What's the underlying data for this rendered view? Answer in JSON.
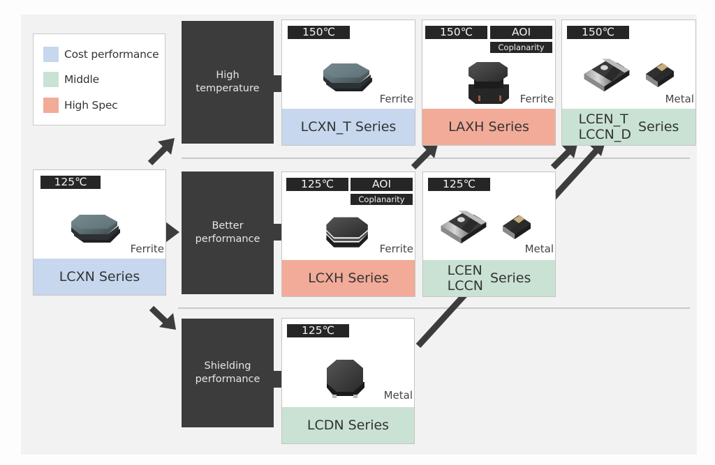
{
  "legend": {
    "items": [
      {
        "label": "Cost performance",
        "color": "#c6d7ee"
      },
      {
        "label": "Middle",
        "color": "#c9e2d4"
      },
      {
        "label": "High Spec",
        "color": "#f2ab98"
      }
    ]
  },
  "categories": {
    "high_temperature": "High temperature",
    "better_performance": "Better performance",
    "shielding_performance": "Shielding performance"
  },
  "products": {
    "lcxn": {
      "temp": "125℃",
      "material": "Ferrite",
      "series": "LCXN Series",
      "tier": "Cost performance",
      "icon": "ferrite-inductor-icon"
    },
    "lcxn_t": {
      "temp": "150℃",
      "material": "Ferrite",
      "series": "LCXN_T Series",
      "tier": "Cost performance",
      "icon": "ferrite-inductor-icon"
    },
    "laxh": {
      "temp": "150℃",
      "aoi": "AOI",
      "coplanarity": "Coplanarity",
      "material": "Ferrite",
      "series": "LAXH Series",
      "tier": "High Spec",
      "icon": "ferrite-drum-inductor-icon"
    },
    "lcen_t": {
      "temp": "150℃",
      "material": "Metal",
      "names": [
        "LCEN_T",
        "LCCN_D"
      ],
      "series": "Series",
      "tier": "Middle",
      "icon": "metal-chip-inductor-icon"
    },
    "lcxh": {
      "temp": "125℃",
      "aoi": "AOI",
      "coplanarity": "Coplanarity",
      "material": "Ferrite",
      "series": "LCXH Series",
      "tier": "High Spec",
      "icon": "ferrite-inductor-icon"
    },
    "lcen": {
      "temp": "125℃",
      "material": "Metal",
      "names": [
        "LCEN",
        "LCCN"
      ],
      "series": "Series",
      "tier": "Middle",
      "icon": "metal-chip-inductor-icon"
    },
    "lcdn": {
      "temp": "125℃",
      "material": "Metal",
      "series": "LCDN Series",
      "tier": "Middle",
      "icon": "shielded-inductor-icon"
    }
  }
}
